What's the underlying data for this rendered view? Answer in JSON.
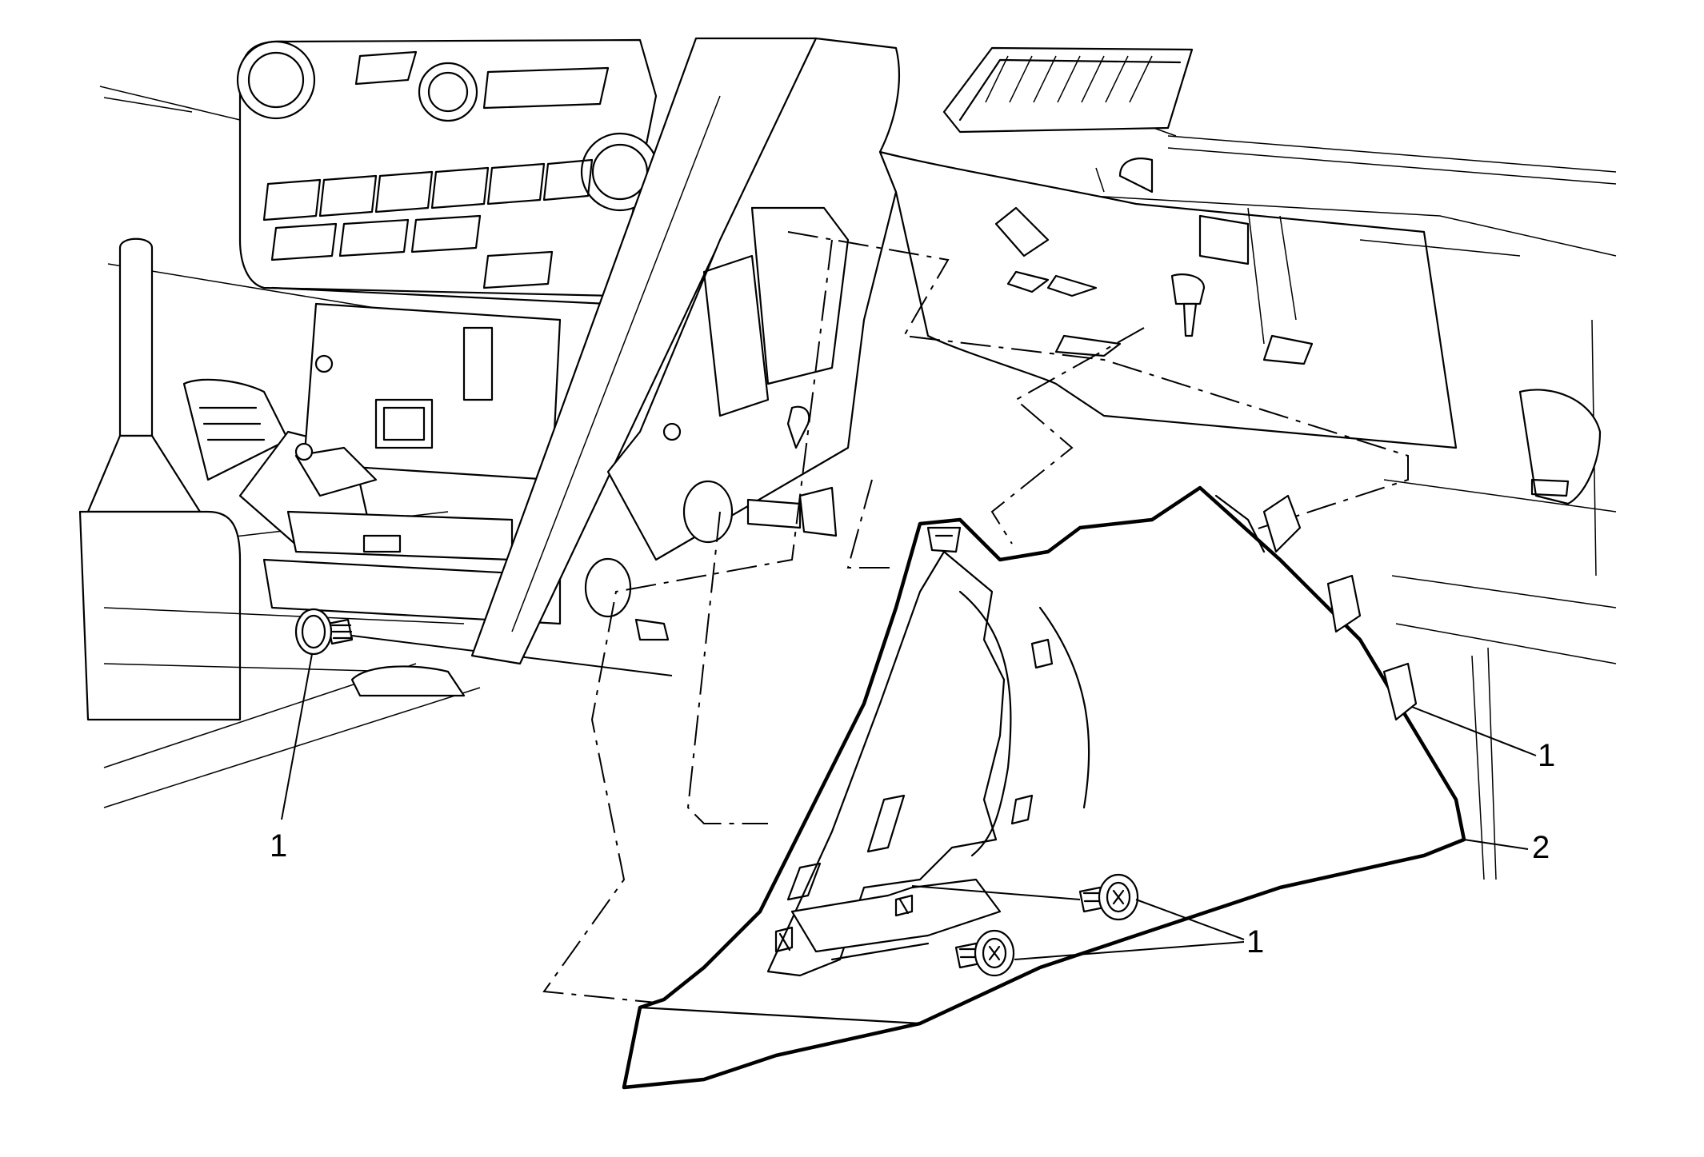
{
  "diagram": {
    "callouts": [
      {
        "id": "fastener-left",
        "text": "1"
      },
      {
        "id": "fastener-upper-right",
        "text": "1"
      },
      {
        "id": "trim-panel",
        "text": "2"
      },
      {
        "id": "fasteners-lower",
        "text": "1"
      }
    ]
  }
}
